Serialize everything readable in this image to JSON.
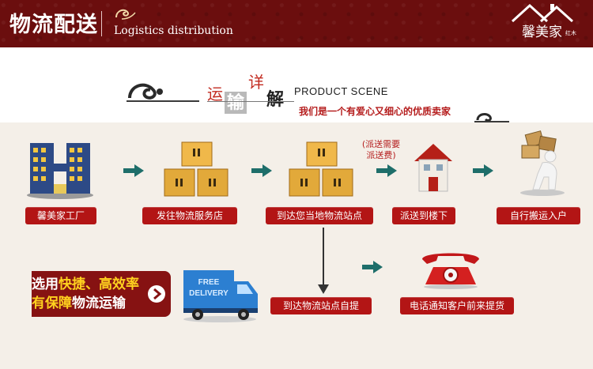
{
  "header": {
    "title": "物流配送",
    "subtitle": "Logistics distribution",
    "brand_name": "馨美家",
    "brand_sub": "红木",
    "bg_color": "#6b0e0e"
  },
  "scene": {
    "chars": [
      "运",
      "输",
      "详",
      "解"
    ],
    "label": "PRODUCT SCENE",
    "tagline": "我们是一个有爱心又细心的优质卖家"
  },
  "flow": {
    "steps": [
      {
        "label": "馨美家工厂",
        "icon": "factory-icon"
      },
      {
        "label": "发往物流服务店",
        "icon": "boxes-icon"
      },
      {
        "label": "到达您当地物流站点",
        "icon": "boxes-icon"
      },
      {
        "label": "派送到楼下",
        "icon": "house-icon"
      },
      {
        "label": "自行搬运入户",
        "icon": "person-carrying-boxes-icon"
      }
    ],
    "fee_note_line1": "派送需要",
    "fee_note_line2": "派送费",
    "alt_steps": [
      {
        "label": "到达物流站点自提"
      },
      {
        "label": "电话通知客户前来提货",
        "icon": "telephone-icon"
      }
    ],
    "truck_text_line1": "FREE",
    "truck_text_line2": "DELIVERY"
  },
  "promo": {
    "line1_pre": "选用",
    "line1_hl": "快捷、高效率",
    "line2_pre": "有保障",
    "line2_hl": "",
    "line2_post": "物流运输"
  },
  "colors": {
    "accent": "#b31515",
    "arrow": "#1e6e6a",
    "box": "#e2a93a"
  }
}
